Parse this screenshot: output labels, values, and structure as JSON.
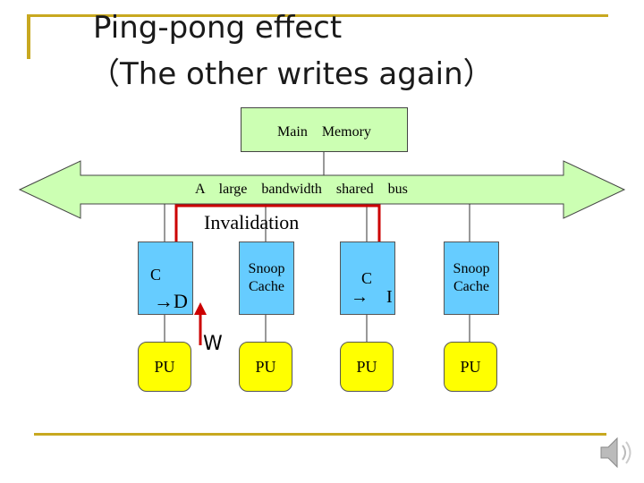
{
  "slide": {
    "title_line1": "Ping-pong effect",
    "title_line2": "（The other writes again）"
  },
  "diagram": {
    "main_memory": "Main　Memory",
    "bus_label": "A　large　bandwidth　shared　bus",
    "invalidation": "Invalidation",
    "cache1_c": "C",
    "cache1_state": "→D",
    "cache2": "Snoop Cache",
    "cache3_c": "C",
    "cache3_state": "→　I",
    "cache4": "Snoop Cache",
    "write_label": "W",
    "pu": [
      "PU",
      "PU",
      "PU",
      "PU"
    ]
  },
  "colors": {
    "accent_gold": "#c8a820",
    "bus_green": "#ccffb3",
    "cache_blue": "#66ccff",
    "pu_yellow": "#ffff00",
    "signal_red": "#cc0000"
  }
}
